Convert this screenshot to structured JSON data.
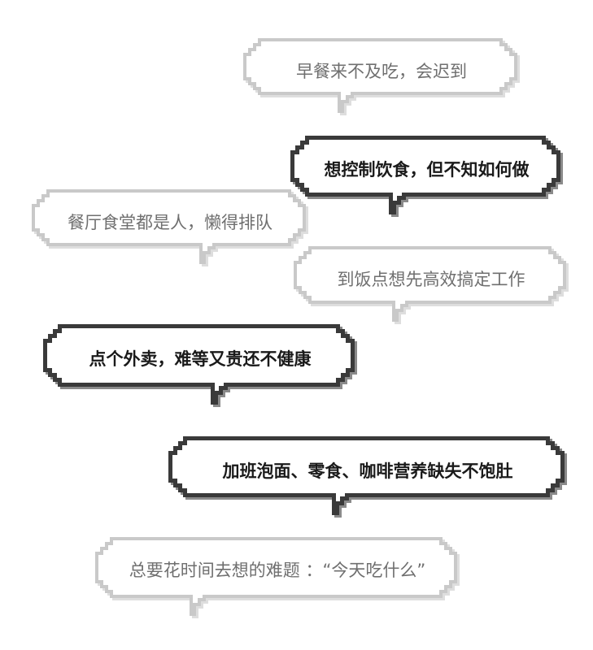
{
  "bubbles": [
    {
      "id": "b1",
      "style": "light",
      "text": "早餐来不及吃，会迟到"
    },
    {
      "id": "b2",
      "style": "dark",
      "text": "想控制饮食，但不知如何做"
    },
    {
      "id": "b3",
      "style": "light",
      "text": "餐厅食堂都是人，懒得排队"
    },
    {
      "id": "b4",
      "style": "light",
      "text": "到饭点想先高效搞定工作"
    },
    {
      "id": "b5",
      "style": "dark",
      "text": "点个外卖，难等又贵还不健康"
    },
    {
      "id": "b6",
      "style": "dark",
      "text": "加班泡面、零食、咖啡营养缺失不饱肚"
    },
    {
      "id": "b7",
      "style": "light",
      "text": "总要花时间去想的难题 ：“今天吃什么”"
    }
  ],
  "colors": {
    "light_outline": "#c9c9c9",
    "light_shadow": "#dedede",
    "dark_outline": "#3a3a3a",
    "dark_shadow": "#8a8a8a",
    "light_text": "#6f6f6f",
    "dark_text": "#1a1a1a"
  }
}
